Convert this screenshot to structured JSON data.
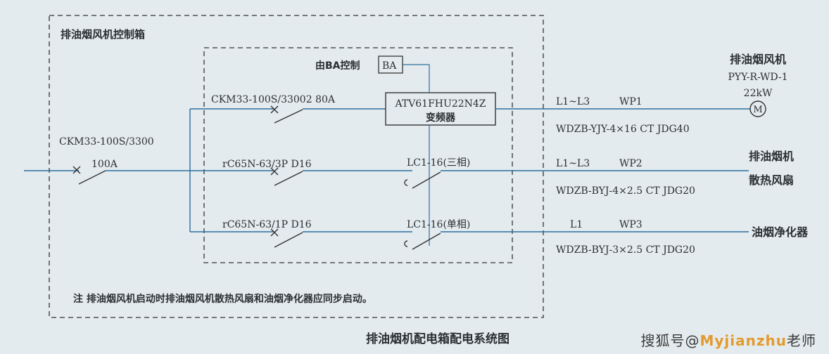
{
  "box": {
    "outer_label": "排油烟风机控制箱",
    "ba_label": "由BA控制",
    "ba_box": "BA",
    "vfd_model": "ATV61FHU22N4Z",
    "vfd_name": "变频器",
    "main_breaker_model": "CKM33-100S/3300",
    "main_breaker_rating": "100A",
    "breaker1": "CKM33-100S/33002 80A",
    "breaker2": "rC65N-63/3P D16",
    "breaker3": "rC65N-63/1P D16",
    "contactor2": "LC1-16(三相)",
    "contactor3": "LC1-16(单相)",
    "note": "注 排油烟风机启动时排油烟风机散热风扇和油烟净化器应同步启动。"
  },
  "circuits": [
    {
      "phase": "L1~L3",
      "id": "WP1",
      "cable": "WDZB-YJY-4×16 CT JDG40"
    },
    {
      "phase": "L1~L3",
      "id": "WP2",
      "cable": "WDZB-BYJ-4×2.5 CT JDG20"
    },
    {
      "phase": "L1",
      "id": "WP3",
      "cable": "WDZB-BYJ-3×2.5 CT JDG20"
    }
  ],
  "loads": {
    "fan_name": "排油烟风机",
    "fan_model": "PYY-R-WD-1",
    "fan_power": "22kW",
    "motor_symbol": "M",
    "cooling_fan_line1": "排油烟机",
    "cooling_fan_line2": "散热风扇",
    "purifier": "油烟净化器"
  },
  "title": "排油烟机配电箱配电系统图",
  "watermark": {
    "part1": "搜狐号@",
    "part2": "Myjianzhu",
    "part3": "老师"
  }
}
